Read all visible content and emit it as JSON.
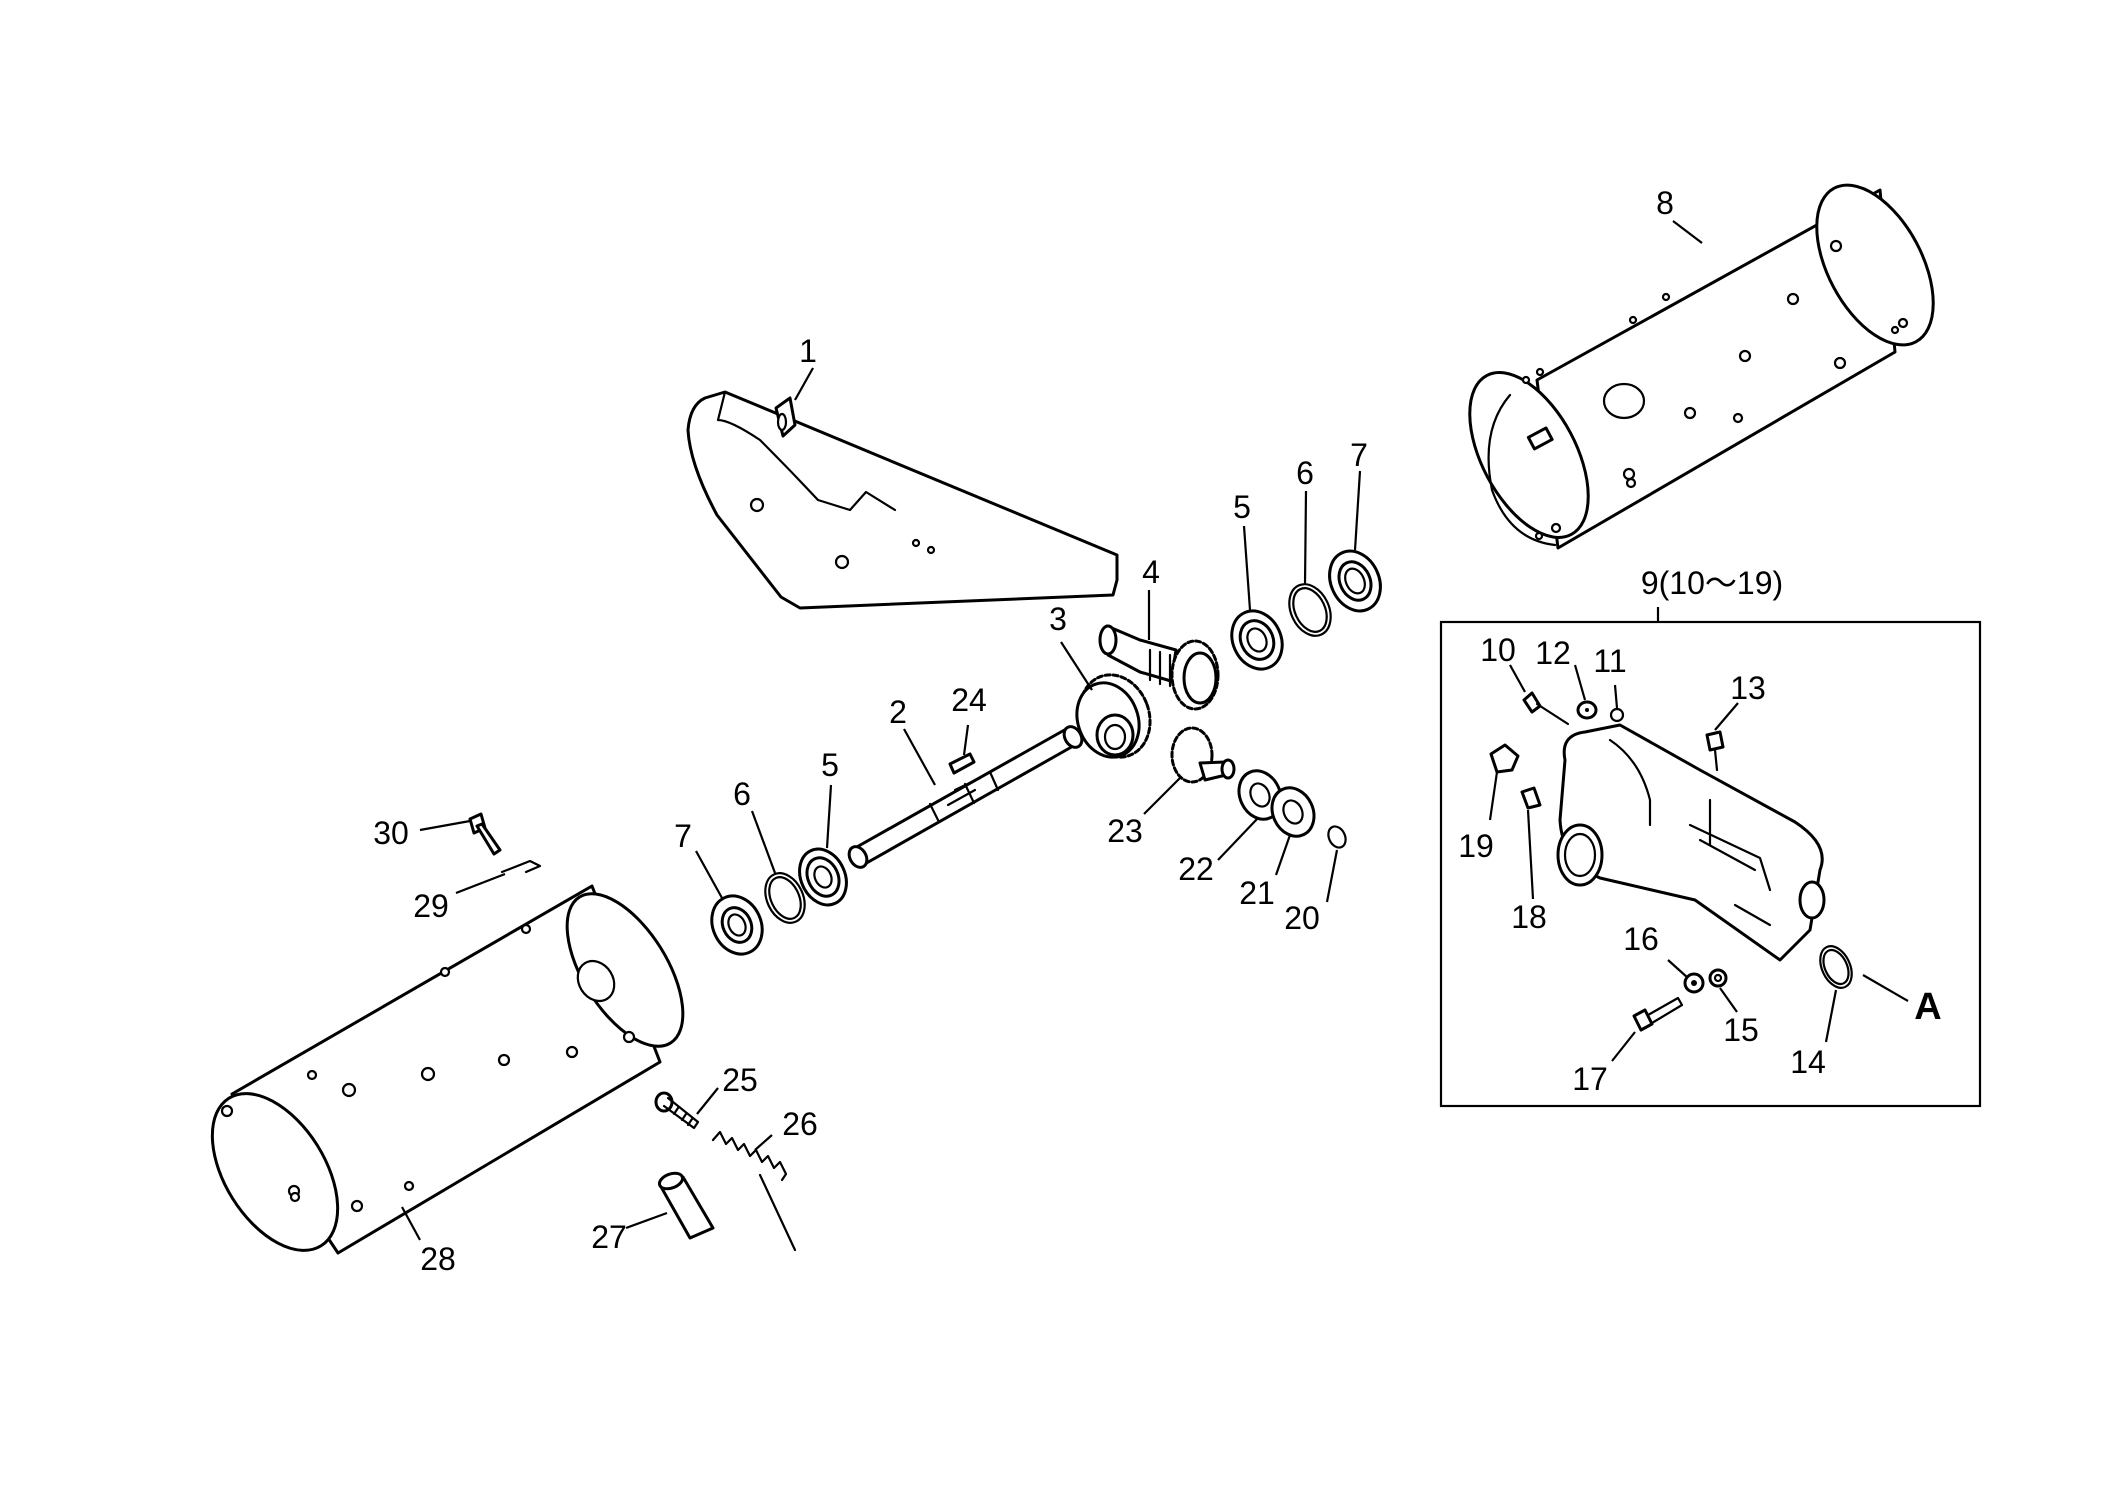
{
  "callouts": {
    "c1": "1",
    "c2": "2",
    "c3": "3",
    "c4": "4",
    "c5a": "5",
    "c6a": "6",
    "c7a": "7",
    "c8": "8",
    "c9": "9(10～19)",
    "c10": "10",
    "c11": "11",
    "c12": "12",
    "c13": "13",
    "c14": "14",
    "c15": "15",
    "c16": "16",
    "c17": "17",
    "c18": "18",
    "c19": "19",
    "c20": "20",
    "c21": "21",
    "c22": "22",
    "c23": "23",
    "c24": "24",
    "c5b": "5",
    "c6b": "6",
    "c7b": "7",
    "c25": "25",
    "c26": "26",
    "c27": "27",
    "c28": "28",
    "c29": "29",
    "c30": "30",
    "cA": "A"
  }
}
